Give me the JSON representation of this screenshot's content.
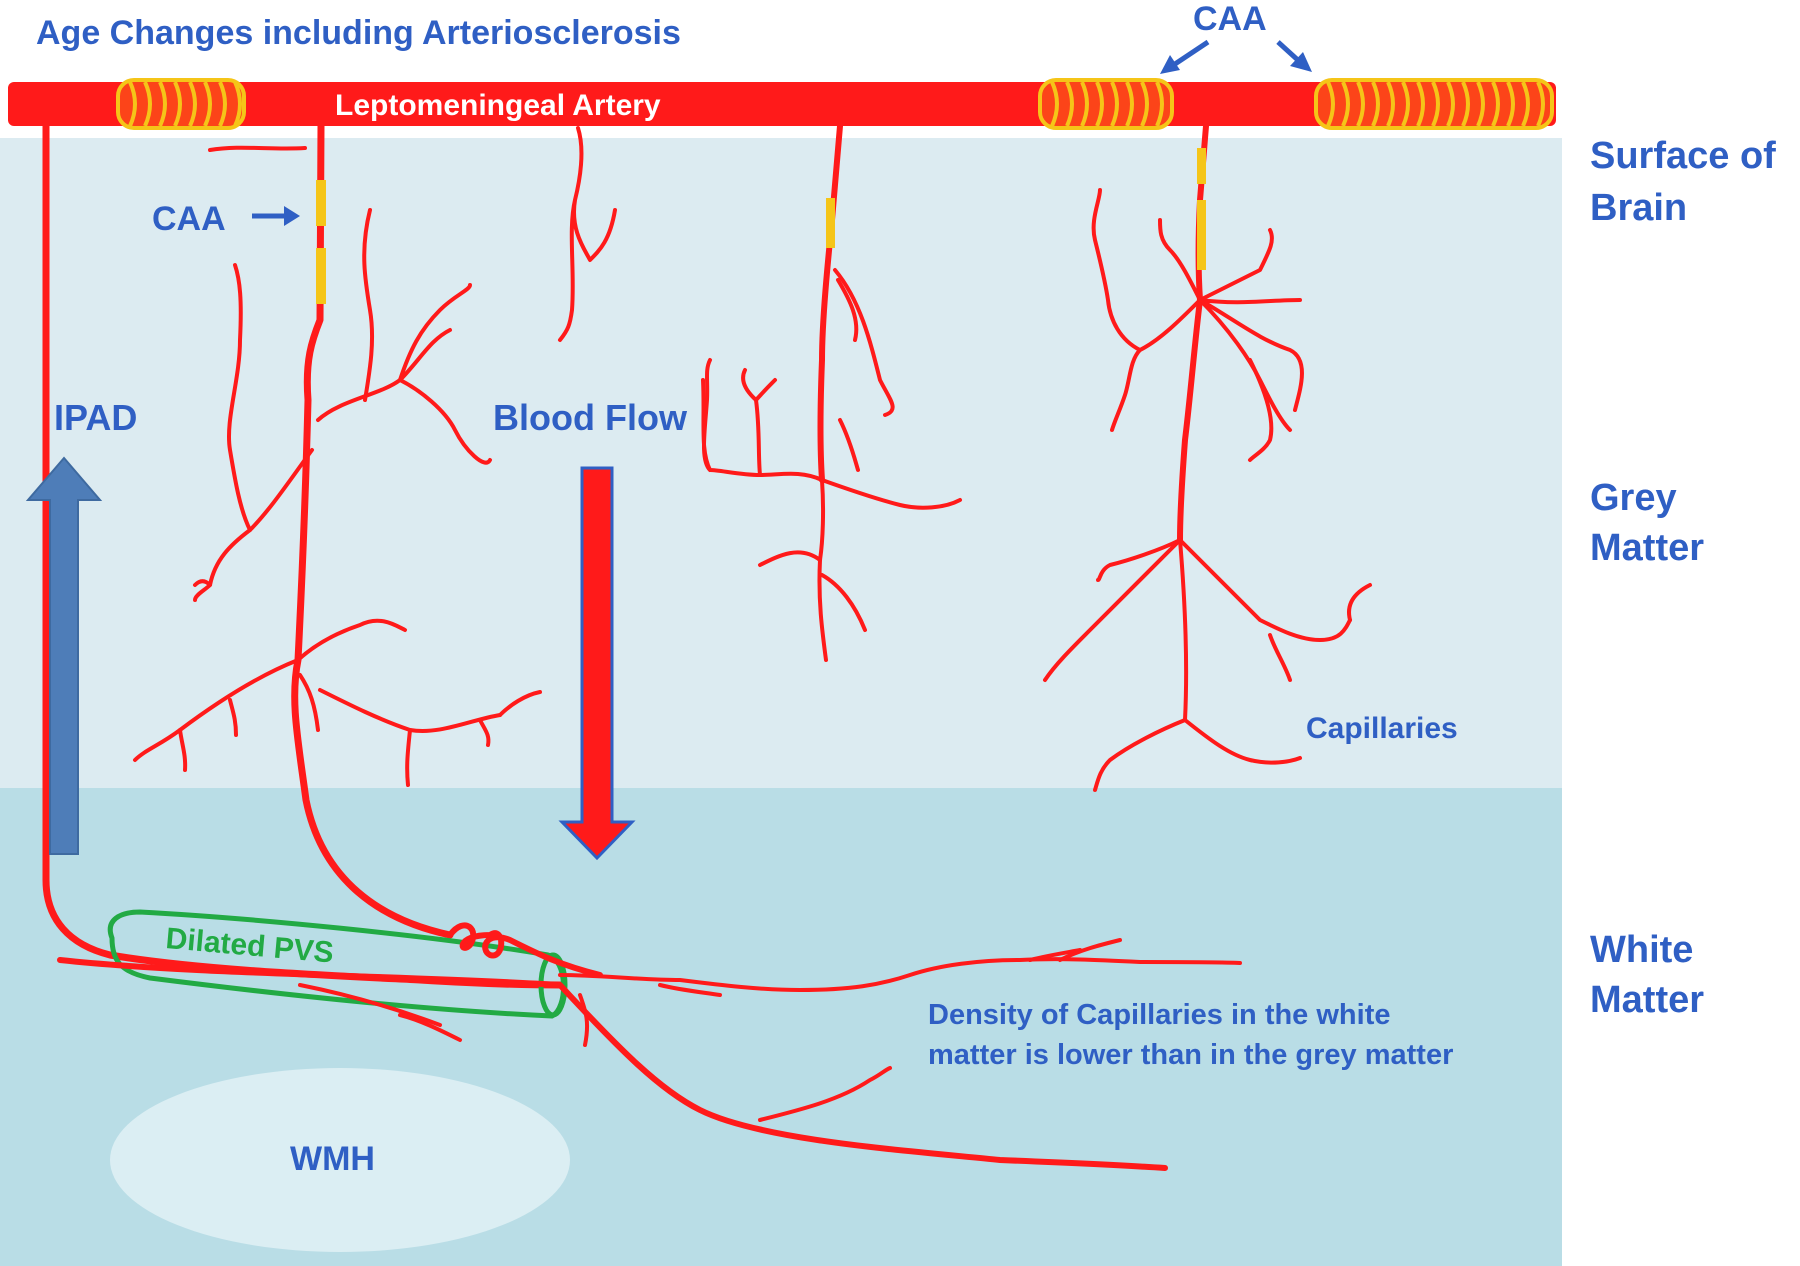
{
  "title": "Age Changes including Arteriosclerosis",
  "artery_label": "Leptomeningeal Artery",
  "caa_top_label": "CAA",
  "caa_side_label": "CAA",
  "ipad_label": "IPAD",
  "blood_flow_label": "Blood Flow",
  "dilated_pvs_label": "Dilated PVS",
  "capillaries_label": "Capillaries",
  "wmh_label": "WMH",
  "density_note": {
    "line1": "Density of Capillaries in the white",
    "line2": "matter is lower than in the grey matter"
  },
  "regions": {
    "surface": {
      "line1": "Surface of",
      "line2": "Brain"
    },
    "grey": {
      "line1": "Grey",
      "line2": "Matter"
    },
    "white": {
      "line1": "White",
      "line2": "Matter"
    }
  },
  "colors": {
    "grey_matter": "#dcebf1",
    "white_matter": "#b9dde6",
    "wmh": "#dbeef3",
    "vessel": "#ff1a1a",
    "amyloid": "#f5c518",
    "label_blue": "#2f5fc4",
    "pvs_green": "#22aa44",
    "ipad_arrow": "#4e7db8"
  }
}
